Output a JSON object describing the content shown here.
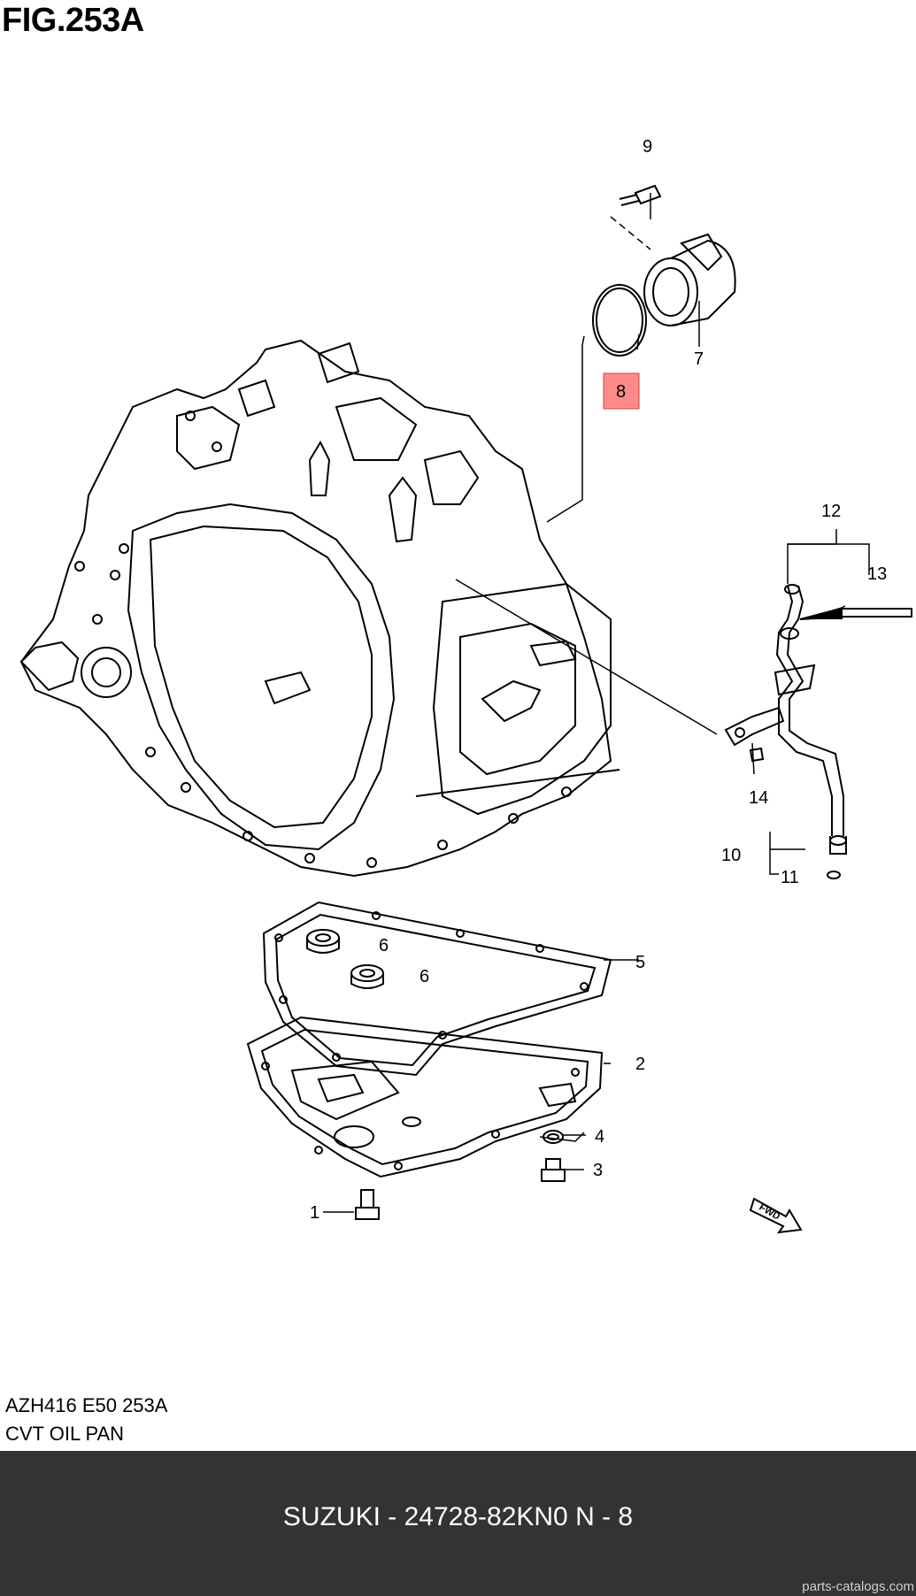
{
  "figure_title": "FIG.253A",
  "diagram_code": "AZH416 E50 253A",
  "diagram_name": "CVT OIL PAN",
  "highlight_color": "#ff8a8a",
  "callouts": {
    "c1": "1",
    "c2": "2",
    "c3": "3",
    "c4": "4",
    "c5": "5",
    "c6a": "6",
    "c6b": "6",
    "c7": "7",
    "c8": "8",
    "c9": "9",
    "c10": "10",
    "c11": "11",
    "c12": "12",
    "c13": "13",
    "c14": "14"
  },
  "fwd_label": "FWD",
  "footer": {
    "text": "SUZUKI - 24728-82KN0    N - 8"
  },
  "watermark": "parts-catalogs.com"
}
